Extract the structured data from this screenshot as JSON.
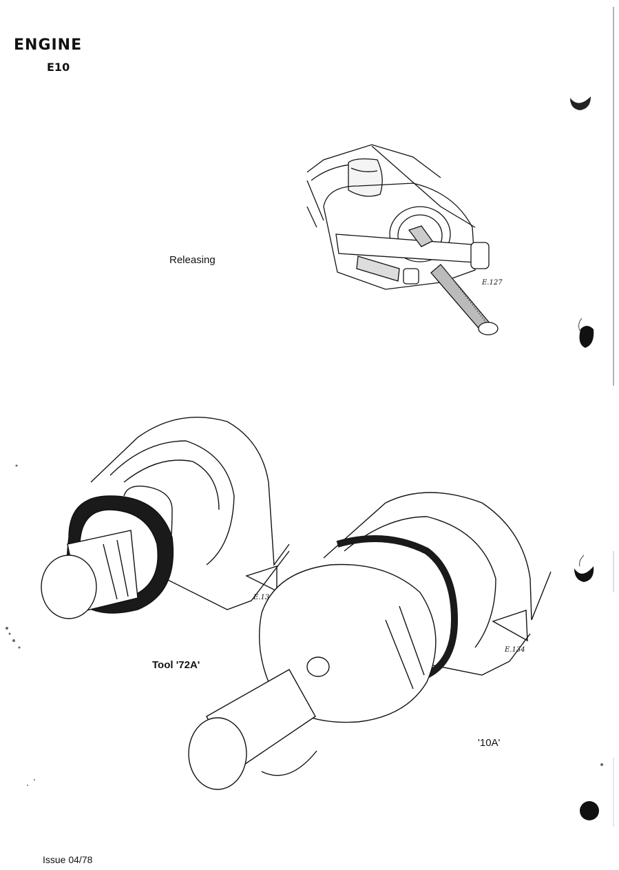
{
  "header": {
    "title": "ENGINE",
    "section": "E10"
  },
  "labels": {
    "releasing": "Releasing",
    "tool_72a": "Tool '72A'",
    "tool_10a": "'10A'"
  },
  "figures": {
    "fig1_code": "E.127",
    "fig2_code": "E.133",
    "fig3_code": "E.134"
  },
  "footer": {
    "issue": "Issue 04/78"
  }
}
